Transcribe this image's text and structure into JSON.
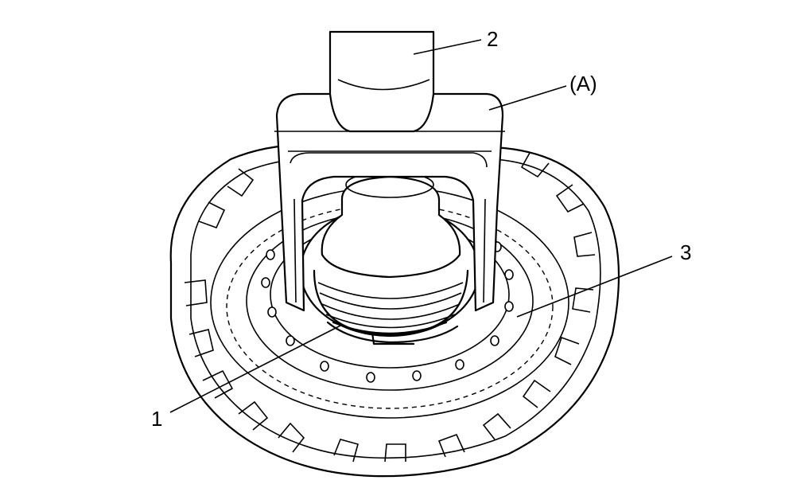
{
  "callouts": {
    "c1": "1",
    "c2": "2",
    "c3": "3",
    "cA": "(A)"
  }
}
